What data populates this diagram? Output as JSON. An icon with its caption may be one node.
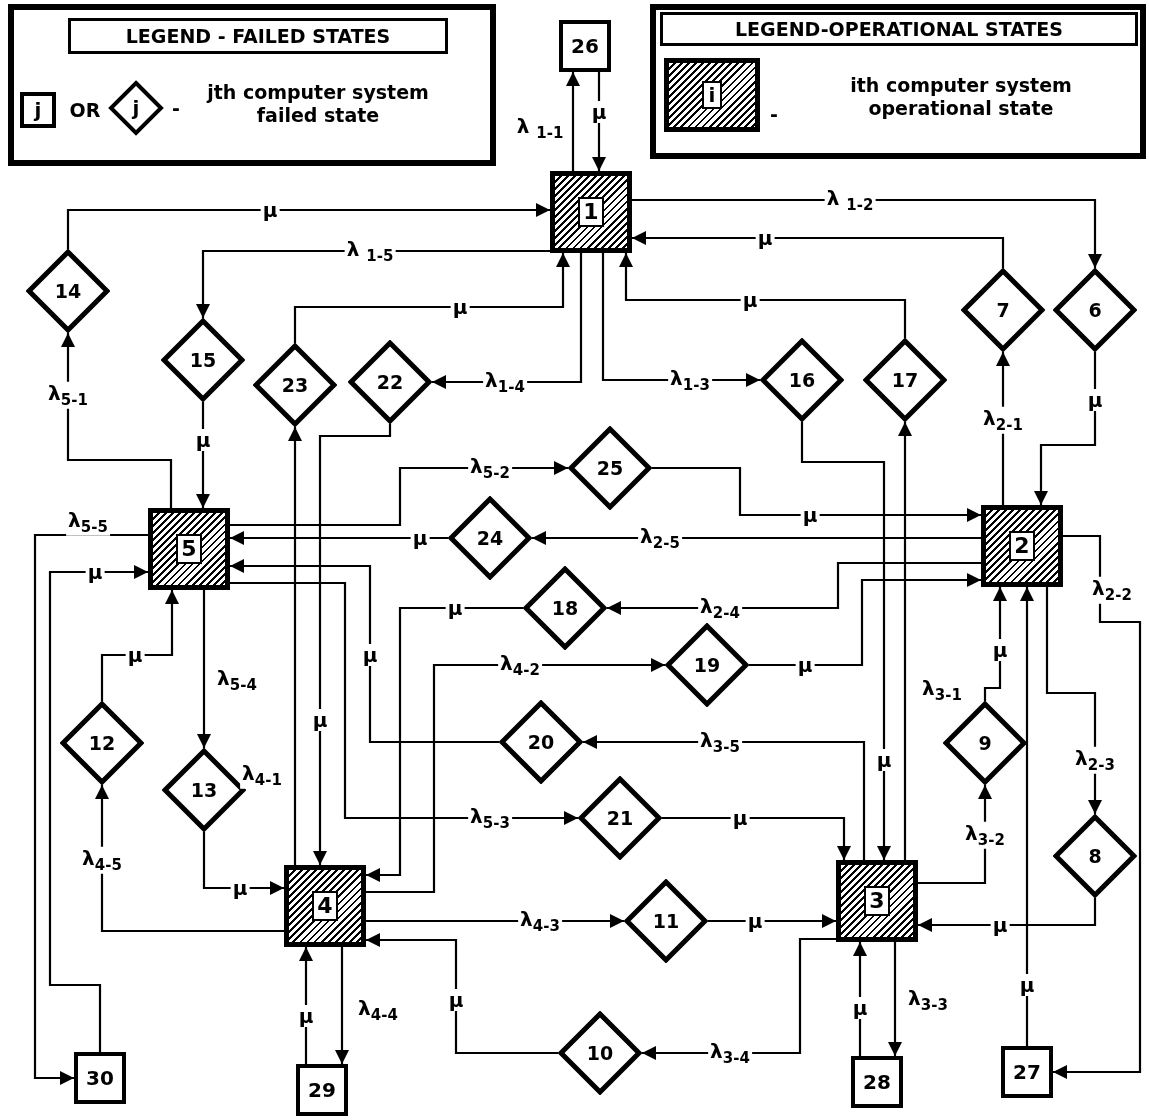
{
  "diagram": {
    "nodes": [
      {
        "text": [
          "1"
        ]
      },
      {
        "text": [
          "2"
        ]
      },
      {
        "text": [
          "3"
        ]
      },
      {
        "text": [
          "4"
        ]
      },
      {
        "text": [
          "5"
        ]
      },
      {
        "text": [
          "6"
        ]
      },
      {
        "text": [
          "7"
        ]
      },
      {
        "text": [
          "8"
        ]
      },
      {
        "text": [
          "9"
        ]
      },
      {
        "text": [
          "10"
        ]
      },
      {
        "text": [
          "11"
        ]
      },
      {
        "text": [
          "12"
        ]
      },
      {
        "text": [
          "13"
        ]
      },
      {
        "text": [
          "14"
        ]
      },
      {
        "text": [
          "15"
        ]
      },
      {
        "text": [
          "16"
        ]
      },
      {
        "text": [
          "17"
        ]
      },
      {
        "text": [
          "18"
        ]
      },
      {
        "text": [
          "19"
        ]
      },
      {
        "text": [
          "20"
        ]
      },
      {
        "text": [
          "21"
        ]
      },
      {
        "text": [
          "22"
        ]
      },
      {
        "text": [
          "23"
        ]
      },
      {
        "text": [
          "24"
        ]
      },
      {
        "text": [
          "25"
        ]
      },
      {
        "text": [
          "26"
        ]
      },
      {
        "text": [
          "27"
        ]
      },
      {
        "text": [
          "28"
        ]
      },
      {
        "text": [
          "29"
        ]
      },
      {
        "text": [
          "30"
        ]
      }
    ],
    "edges": [
      {
        "from": 0,
        "to": 25,
        "arrow": "to",
        "label": "λ $_{1-1}$"
      },
      {
        "from": 25,
        "to": 0,
        "arrow": "to",
        "label": "μ"
      },
      {
        "from": 0,
        "to": 5,
        "arrow": "to",
        "label": "λ $_{1-2}$"
      },
      {
        "from": 6,
        "to": 0,
        "arrow": "to",
        "label": "μ"
      },
      {
        "from": 0,
        "to": 14,
        "arrow": "to",
        "label": "λ $_{1-5}$"
      },
      {
        "from": 13,
        "to": 0,
        "arrow": "to",
        "label": "μ"
      },
      {
        "from": 22,
        "to": 0,
        "arrow": "to",
        "label": "μ"
      },
      {
        "from": 16,
        "to": 0,
        "arrow": "to",
        "label": "μ"
      },
      {
        "from": 0,
        "to": 21,
        "arrow": "to",
        "label": "λ$_{1-4}$"
      },
      {
        "from": 0,
        "to": 15,
        "arrow": "to",
        "label": "λ$_{1-3}$"
      },
      {
        "from": 1,
        "to": 6,
        "arrow": "to",
        "label": "λ$_{2-1}$"
      },
      {
        "from": 5,
        "to": 1,
        "arrow": "to",
        "label": "μ"
      },
      {
        "from": 24,
        "to": 1,
        "arrow": "to",
        "label": "μ"
      },
      {
        "from": 1,
        "to": 23,
        "arrow": "to",
        "label": "λ$_{2-5}$"
      },
      {
        "from": 23,
        "to": 4,
        "arrow": "to",
        "label": "μ"
      },
      {
        "from": 1,
        "to": 17,
        "arrow": "to",
        "label": "λ$_{2-4}$"
      },
      {
        "from": 17,
        "to": 3,
        "arrow": "to",
        "label": "μ"
      },
      {
        "from": 3,
        "to": 18,
        "arrow": "to",
        "label": "λ$_{4-2}$"
      },
      {
        "from": 18,
        "to": 1,
        "arrow": "to",
        "label": "μ"
      },
      {
        "from": 2,
        "to": 19,
        "arrow": "to",
        "label": "λ$_{3-5}$"
      },
      {
        "from": 19,
        "to": 4,
        "arrow": "to",
        "label": "μ"
      },
      {
        "from": 4,
        "to": 20,
        "arrow": "to",
        "label": "λ$_{5-3}$"
      },
      {
        "from": 20,
        "to": 2,
        "arrow": "to",
        "label": "μ"
      },
      {
        "from": 3,
        "to": 10,
        "arrow": "to",
        "label": "λ$_{4-3}$"
      },
      {
        "from": 10,
        "to": 2,
        "arrow": "to",
        "label": "μ"
      },
      {
        "from": 2,
        "to": 9,
        "arrow": "to",
        "label": "λ$_{3-4}$"
      },
      {
        "from": 9,
        "to": 3,
        "arrow": "to",
        "label": "μ"
      },
      {
        "from": 2,
        "to": 27,
        "arrow": "to",
        "label": "λ$_{3-3}$"
      },
      {
        "from": 27,
        "to": 2,
        "arrow": "to",
        "label": "μ"
      },
      {
        "from": 3,
        "to": 28,
        "arrow": "to",
        "label": "λ$_{4-4}$"
      },
      {
        "from": 28,
        "to": 3,
        "arrow": "to",
        "label": "μ"
      },
      {
        "from": 3,
        "to": 11,
        "arrow": "to",
        "label": "λ$_{4-5}$"
      },
      {
        "from": 11,
        "to": 4,
        "arrow": "to",
        "label": "μ"
      },
      {
        "from": 4,
        "to": 12,
        "arrow": "to",
        "label": "λ$_{5-4}$"
      },
      {
        "from": 12,
        "to": 3,
        "arrow": "to",
        "label": "μ"
      },
      {
        "from": 3,
        "to": 22,
        "arrow": "to",
        "label": "λ$_{4-1}$"
      },
      {
        "from": 21,
        "to": 3,
        "arrow": "to",
        "label": "μ"
      },
      {
        "from": 4,
        "to": 13,
        "arrow": "to",
        "label": "λ$_{5-1}$"
      },
      {
        "from": 14,
        "to": 4,
        "arrow": "to",
        "label": "μ"
      },
      {
        "from": 4,
        "to": 29,
        "arrow": "to",
        "label": "λ$_{5-5}$"
      },
      {
        "from": 29,
        "to": 4,
        "arrow": "to",
        "label": "μ"
      },
      {
        "from": 4,
        "to": 24,
        "arrow": "to",
        "label": "λ$_{5-2}$"
      },
      {
        "from": 1,
        "to": 26,
        "arrow": "to",
        "label": "λ$_{2-2}$"
      },
      {
        "from": 26,
        "to": 1,
        "arrow": "to",
        "label": "μ"
      },
      {
        "from": 1,
        "to": 7,
        "arrow": "to",
        "label": "λ$_{2-3}$"
      },
      {
        "from": 7,
        "to": 2,
        "arrow": "to",
        "label": "μ"
      },
      {
        "from": 2,
        "to": 8,
        "arrow": "to",
        "label": "λ$_{3-2}$"
      },
      {
        "from": 8,
        "to": 1,
        "arrow": "to",
        "label": "μ"
      },
      {
        "from": 15,
        "to": 2,
        "arrow": "to",
        "label": "μ"
      },
      {
        "from": 2,
        "to": 16,
        "arrow": "to",
        "label": "λ$_{3-1}$"
      }
    ],
    "labels": [
      "LEGEND - FAILED STATES",
      "j",
      "OR",
      "j",
      "-",
      "LEGEND-OPERATIONAL STATES",
      "i",
      "-"
    ],
    "legend": [
      {
        "text": "jth computer system failed state"
      },
      {
        "text": "ith computer system operational state"
      }
    ]
  }
}
